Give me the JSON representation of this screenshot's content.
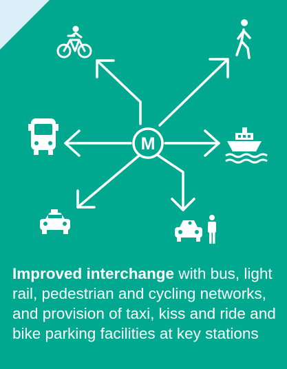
{
  "colors": {
    "panel": "#00a88f",
    "background": "#dbeef8",
    "foreground": "#ffffff"
  },
  "hub": {
    "label": "M"
  },
  "modes": [
    {
      "name": "bike-icon"
    },
    {
      "name": "pedestrian-icon"
    },
    {
      "name": "bus-icon"
    },
    {
      "name": "ferry-icon"
    },
    {
      "name": "taxi-icon"
    },
    {
      "name": "kiss-and-ride-icon"
    }
  ],
  "caption": {
    "bold": "Improved interchange",
    "text": " with bus, light rail, pedestrian and cycling networks, and provision of taxi, kiss and ride and bike parking facilities at key stations"
  }
}
